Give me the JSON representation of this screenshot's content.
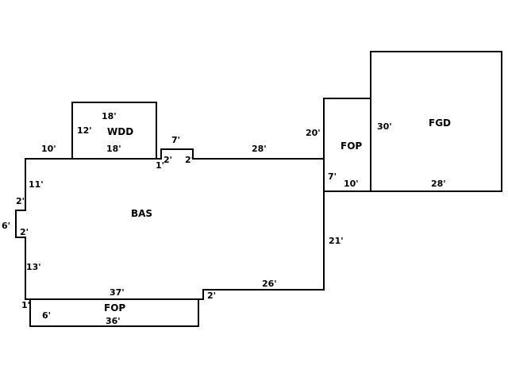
{
  "areas": {
    "bas": "BAS",
    "wdd": "WDD",
    "fop_front": "FOP",
    "fop_rear": "FOP",
    "fgd": "FGD"
  },
  "dimensions": {
    "bas_top_left": "10'",
    "bas_left_upper": "11'",
    "bas_notch_top": "2'",
    "bas_notch_depth": "6'",
    "bas_notch_bottom": "2'",
    "bas_left_lower": "13'",
    "bas_bottom_left": "37'",
    "bas_bottom_step": "2'",
    "bas_bottom_right": "26'",
    "bas_right": "21'",
    "bas_top_right": "28'",
    "bump_left_offset": "1'",
    "bump_left": "2'",
    "bump_top": "7'",
    "bump_right": "2'",
    "wdd_top": "18'",
    "wdd_side": "12'",
    "wdd_bottom": "18'",
    "fop_rear_side": "20'",
    "fop_rear_inner": "7'",
    "fop_rear_bottom": "10'",
    "fgd_side": "30'",
    "fgd_bottom": "28'",
    "fop_front_offset": "1'",
    "fop_front_side": "6'",
    "fop_front_bottom": "36'"
  }
}
